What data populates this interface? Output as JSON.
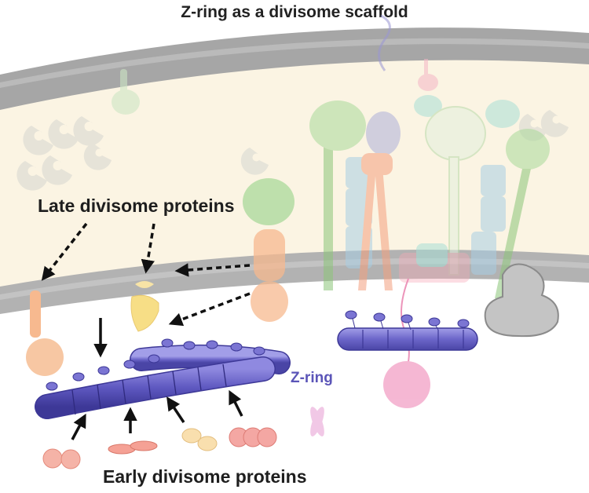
{
  "title": "Z-ring as a divisome scaffold",
  "labels": {
    "late": "Late divisome proteins",
    "early": "Early divisome proteins",
    "zring": "Z-ring"
  },
  "colors": {
    "membrane": "#b2b2b2",
    "periplasm": "#fbf4e3",
    "zring": "#5e58c0",
    "zring_light": "#8a84dc",
    "early_pink": "#f2a79a",
    "late_orange": "#f7b27f",
    "late_yellow": "#f7de86",
    "arrow": "#111111"
  },
  "icons": [
    "cell-wall-shape",
    "inner-membrane-shape",
    "zring-filament-icon",
    "protein-blob-icon",
    "dashed-arrow-icon",
    "solid-arrow-icon"
  ]
}
